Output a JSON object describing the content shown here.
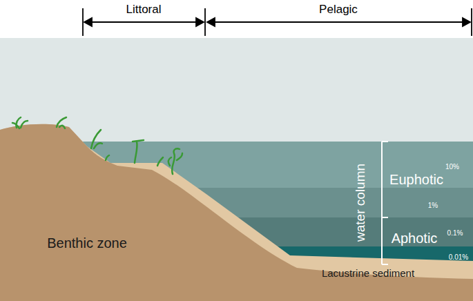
{
  "diagram": {
    "labels": [
      "Littoral",
      "Pelagic",
      "Benthic zone",
      "water column",
      "Euphotic",
      "10%",
      "1%",
      "Aphotic",
      "0.1%",
      "0.01%",
      "Lacustrine sediment"
    ]
  }
}
